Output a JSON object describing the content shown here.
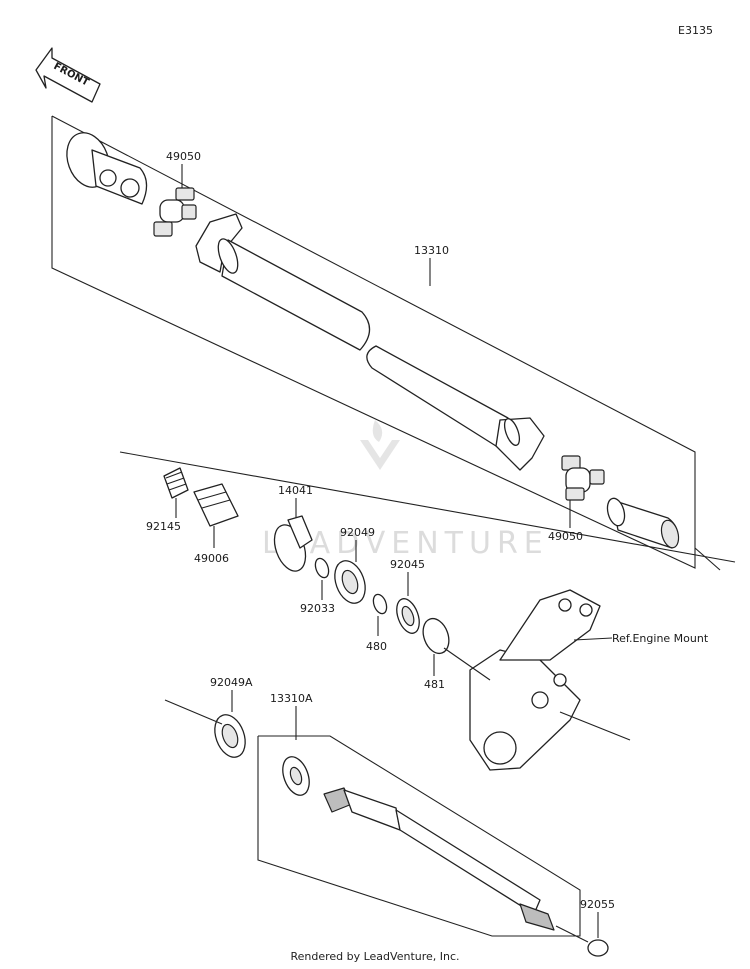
{
  "diagram": {
    "code": "E3135",
    "front_label": "FRONT",
    "watermark": "LEADVENTURE",
    "labels": {
      "p49050_top": "49050",
      "p13310": "13310",
      "p92145": "92145",
      "p49006": "49006",
      "p14041": "14041",
      "p92049": "92049",
      "p92045": "92045",
      "p92033": "92033",
      "p480": "480",
      "p481": "481",
      "p49050_bottom": "49050",
      "ref_engine_mount": "Ref.Engine Mount",
      "p92049A": "92049A",
      "p13310A": "13310A",
      "p92055": "92055"
    }
  },
  "footer": {
    "text": "Rendered by LeadVenture, Inc."
  }
}
